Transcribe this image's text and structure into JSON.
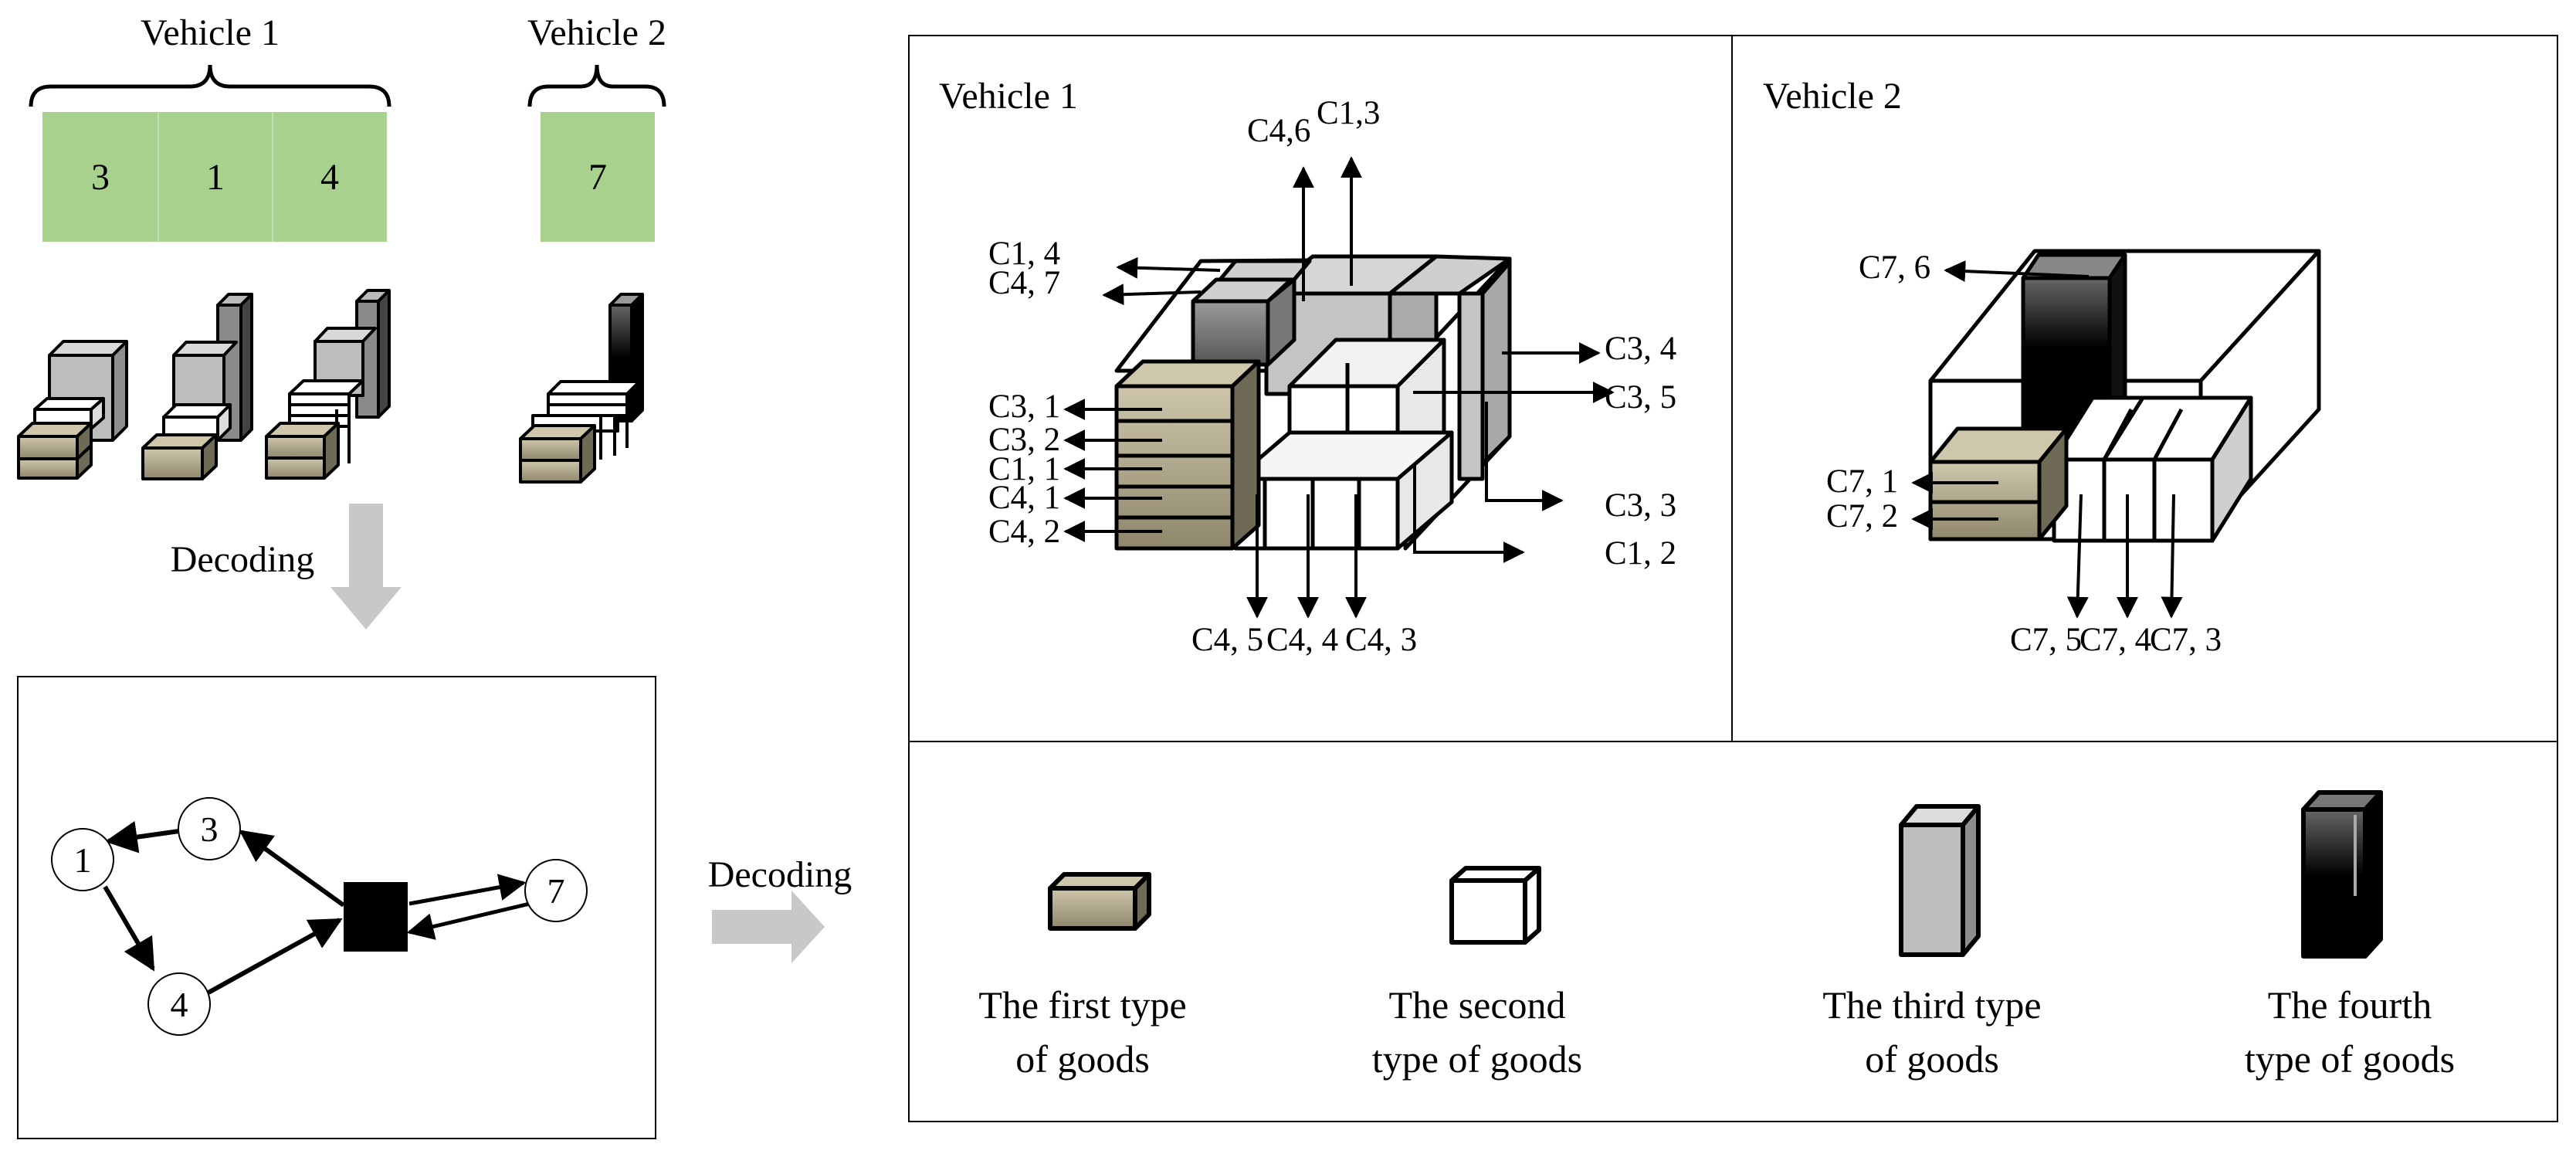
{
  "encoding": {
    "vehicle1": {
      "title": "Vehicle 1",
      "cells": [
        "3",
        "1",
        "4"
      ]
    },
    "vehicle2": {
      "title": "Vehicle 2",
      "cells": [
        "7"
      ]
    },
    "decoding_label": "Decoding"
  },
  "route": {
    "decoding_label": "Decoding",
    "nodes": [
      "1",
      "3",
      "4",
      "7"
    ]
  },
  "loading": {
    "vehicle1": {
      "title": "Vehicle 1",
      "top_labels": [
        "C4,6",
        "C1,3"
      ],
      "left_labels": [
        "C1, 4",
        "C4, 7",
        "C3, 1",
        "C3, 2",
        "C1, 1",
        "C4, 1",
        "C4, 2"
      ],
      "right_labels": [
        "C3, 4",
        "C3, 5",
        "C3, 3",
        "C1, 2"
      ],
      "bottom_labels": [
        "C4, 5",
        "C4, 4",
        "C4, 3"
      ]
    },
    "vehicle2": {
      "title": "Vehicle 2",
      "top_labels": [
        "C7, 6"
      ],
      "left_labels": [
        "C7, 1",
        "C7, 2"
      ],
      "bottom_labels": [
        "C7, 5",
        "C7, 4",
        "C7, 3"
      ]
    }
  },
  "legend": {
    "first": [
      "The first type",
      "of goods"
    ],
    "second": [
      "The second",
      "type of goods"
    ],
    "third": [
      "The third type",
      "of goods"
    ],
    "fourth": [
      "The fourth",
      "type of goods"
    ]
  },
  "colors": {
    "green_cell": "#a9d18e",
    "goods_first": "#a49c84",
    "goods_third": "#bdbdbd",
    "goods_fourth": "#000000",
    "arrow_gray": "#c8c8c8"
  }
}
